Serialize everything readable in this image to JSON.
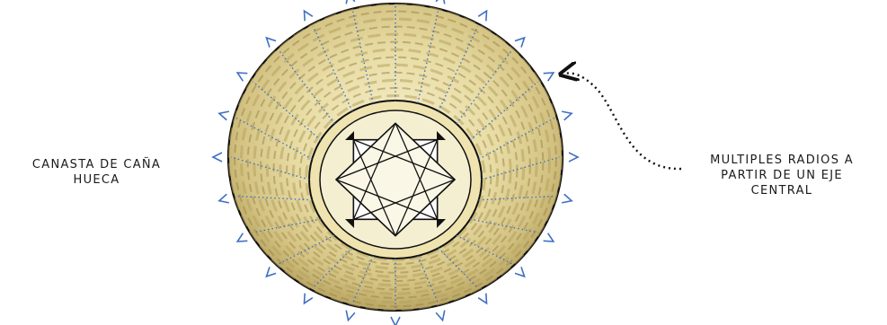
{
  "labels": {
    "left": {
      "line1": "CANASTA DE CAÑA",
      "line2": "HUECA"
    },
    "right": {
      "line1": "MULTIPLES RADIOS A",
      "line2": "PARTIR DE UN EJE",
      "line3": "CENTRAL"
    }
  },
  "diagram": {
    "radial_line_count": 24
  },
  "colors": {
    "basket_light": "#f3ecc0",
    "basket_mid": "#d9c98a",
    "basket_dark": "#8c7a3f",
    "outline": "#111111",
    "radial_lines": "#3f6fc4",
    "arrow_marks": "#3f6fc4",
    "annotation_arrow": "#111111",
    "text": "#1a1a1a"
  }
}
